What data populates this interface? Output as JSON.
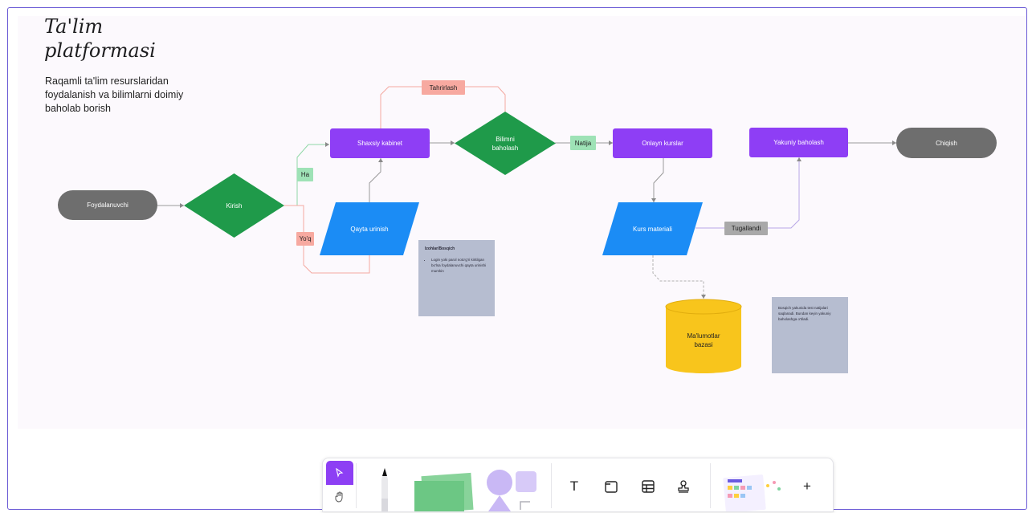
{
  "diagram": {
    "title": "Ta'lim platformasi",
    "subtitle": "Raqamli ta'lim resurslaridan foydalanish va bilimlarni doimiy baholab borish",
    "nodes": {
      "foydalanuvchi": "Foydalanuvchi",
      "kirish": "Kirish",
      "shaxsiy_kabinet": "Shaxsiy kabinet",
      "qayta_urinish": "Qayta urinish",
      "bilimni_baholash": "Bilimni baholash",
      "onlayn_kurslar": "Onlayn kurslar",
      "kurs_materiali": "Kurs materiali",
      "mazmunlar_bazasi": "Ma'lumotlar bazasi",
      "yakuniy_baholash": "Yakuniy baholash",
      "chiqish": "Chiqish"
    },
    "edge_labels": {
      "ha": "Ha",
      "yoq": "Yo'q",
      "tahrirlash": "Tahrirlash",
      "natija": "Natija",
      "tugallandi": "Tugallandi"
    },
    "notes": {
      "note1_title": "Izohlar/Bosqich",
      "note1_text": "Login yoki parol noto'g'ri kiritilgan bo'lsa foydalanuvchi qayta urinishi mumkin",
      "note2_text": "Bosqich yakunida test natijalari saqlanadi. Bundan keyin yakuniy baholashga o'tiladi."
    },
    "colors": {
      "terminal": "#6e6e6e",
      "process": "#8e3ef5",
      "decision": "#1f9a4a",
      "io": "#1b8cf5",
      "database": "#f8c51c",
      "note": "#b6bdd0"
    }
  },
  "toolbar": {
    "tools": [
      "select-tool",
      "hand-tool",
      "pen-tool",
      "sticky-note-tool",
      "shapes-tool",
      "text-tool",
      "frame-tool",
      "table-tool",
      "stamp-tool",
      "templates-tool",
      "add-tool"
    ],
    "text_glyph": "T",
    "add_glyph": "+"
  }
}
